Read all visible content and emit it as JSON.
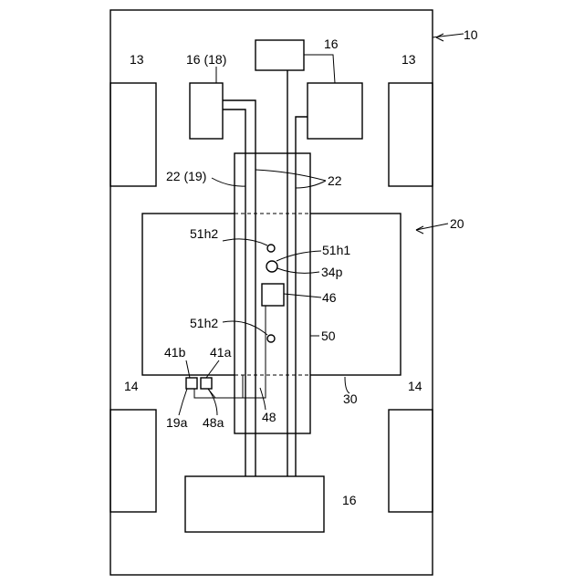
{
  "labels": {
    "vehicle": "10",
    "front_wheel_left": "13",
    "front_wheel_right": "13",
    "rear_wheel_left": "14",
    "rear_wheel_right": "14",
    "unit_top_center": "16",
    "unit_top_left": "16 (18)",
    "unit_top_right": "16",
    "unit_bottom": "16",
    "wiring_left": "22 (19)",
    "wiring_right": "22",
    "floor_assembly": "20",
    "floor_panel": "30",
    "tunnel_member": "50",
    "hole_upper": "51h2",
    "hole_lower": "51h2",
    "hole_large": "51h1",
    "hole_large_part": "34p",
    "module": "46",
    "connector_left": "41b",
    "connector_right": "41a",
    "connector_left_part": "19a",
    "connector_right_part": "48a",
    "branch_line": "48"
  }
}
